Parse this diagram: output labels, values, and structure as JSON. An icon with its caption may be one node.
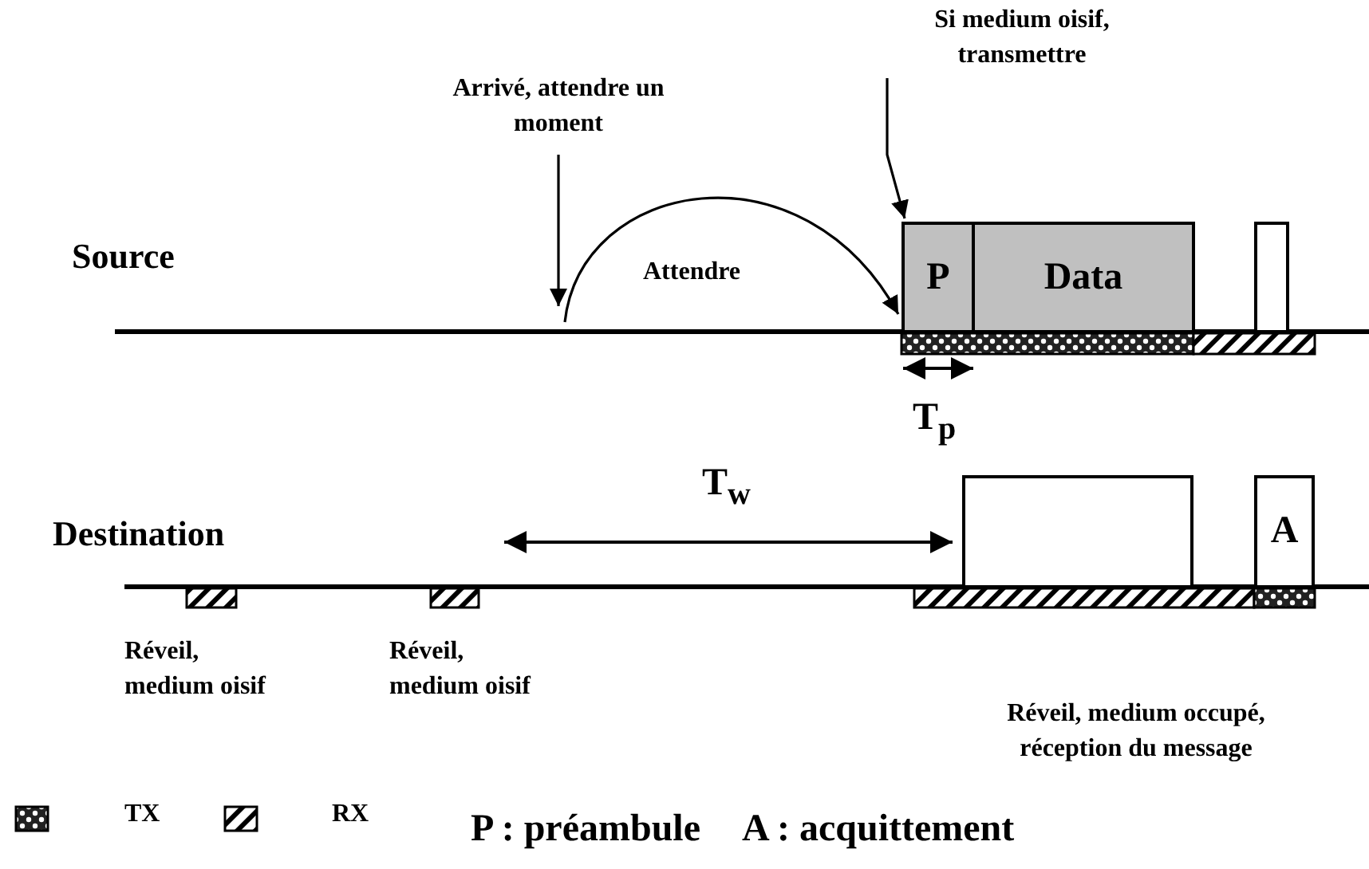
{
  "diagram": {
    "nodes": [
      {
        "text": [
          "Arrivé, attendre un moment"
        ]
      },
      {
        "text": [
          "Si medium oisif, transmettre"
        ]
      },
      {
        "text": [
          "P"
        ]
      },
      {
        "text": [
          "Data"
        ]
      },
      {
        "text": [],
        "shape": "box"
      },
      {
        "text": [],
        "shape": "box"
      },
      {
        "text": [
          "A"
        ]
      }
    ],
    "edges": [
      {
        "from": 0,
        "to": null,
        "arrow": "to"
      },
      {
        "from": 1,
        "to": 2,
        "arrow": "to"
      },
      {
        "from": null,
        "to": 2,
        "arrow": "to"
      }
    ],
    "labels": [
      "Source",
      "Attendre",
      "T$_{p}$",
      "T$_{w}$",
      "Destination",
      "Réveil, medium oisif",
      "Réveil, medium oisif",
      "Réveil, medium occupé, réception du message",
      "P : préambule",
      "A : acquittement"
    ],
    "legend": [
      {
        "text": "TX"
      },
      {
        "text": "RX"
      }
    ]
  }
}
